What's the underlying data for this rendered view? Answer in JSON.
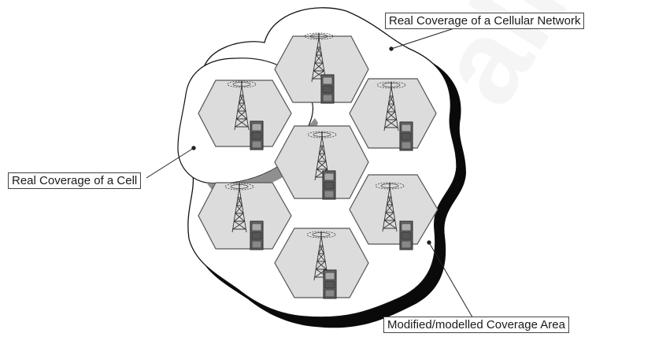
{
  "labels": {
    "network": "Real Coverage of a Cellular Network",
    "cell": "Real Coverage of a Cell",
    "modelled": "Modified/modelled Coverage Area"
  },
  "watermark": "alistone",
  "cells": [
    "cell-top",
    "cell-upper-left",
    "cell-upper-right",
    "cell-center",
    "cell-lower-left",
    "cell-lower-right",
    "cell-bottom"
  ],
  "colors": {
    "hex_fill": "#dcdcdc",
    "hex_stroke": "#555555",
    "shadow": "#0a0a0a",
    "line": "#222222"
  },
  "icons": [
    "antenna-tower-icon",
    "base-station-cabinet-icon"
  ]
}
